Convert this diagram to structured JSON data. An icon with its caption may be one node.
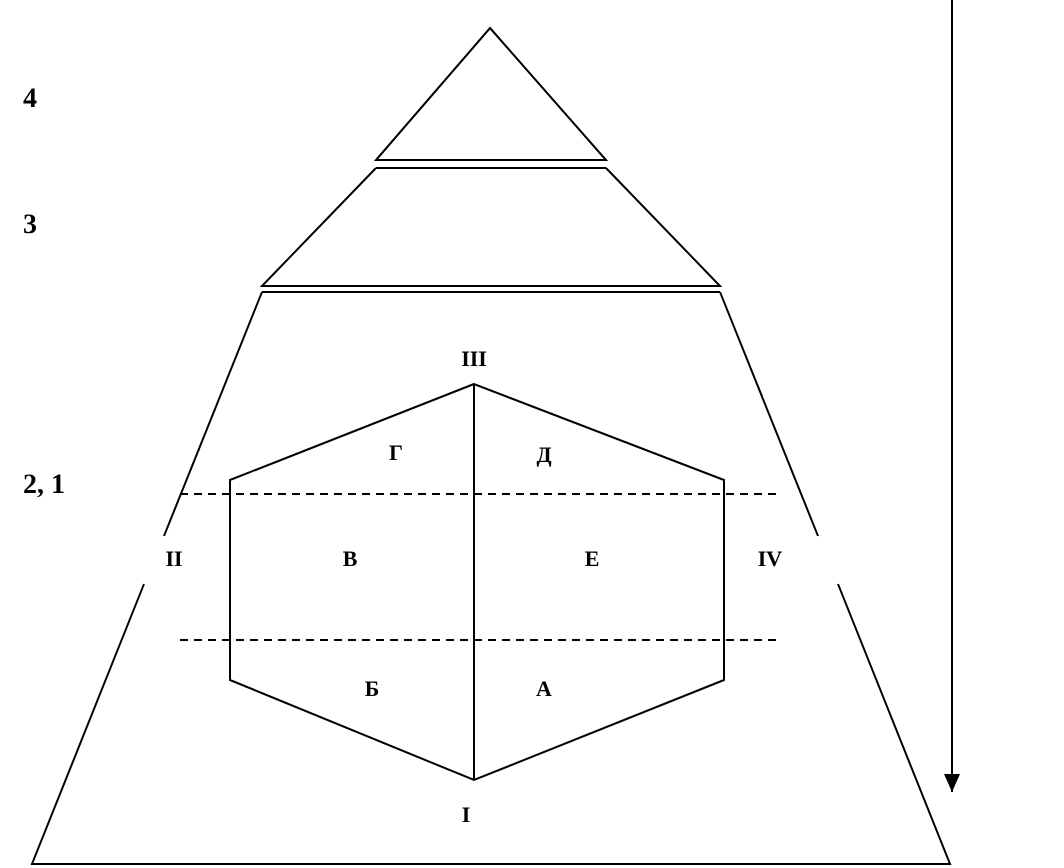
{
  "diagram": {
    "labels": [
      "4",
      "3",
      "III",
      "Г",
      "Д",
      "2, 1",
      "II",
      "В",
      "Е",
      "IV",
      "Б",
      "А",
      "I"
    ]
  }
}
